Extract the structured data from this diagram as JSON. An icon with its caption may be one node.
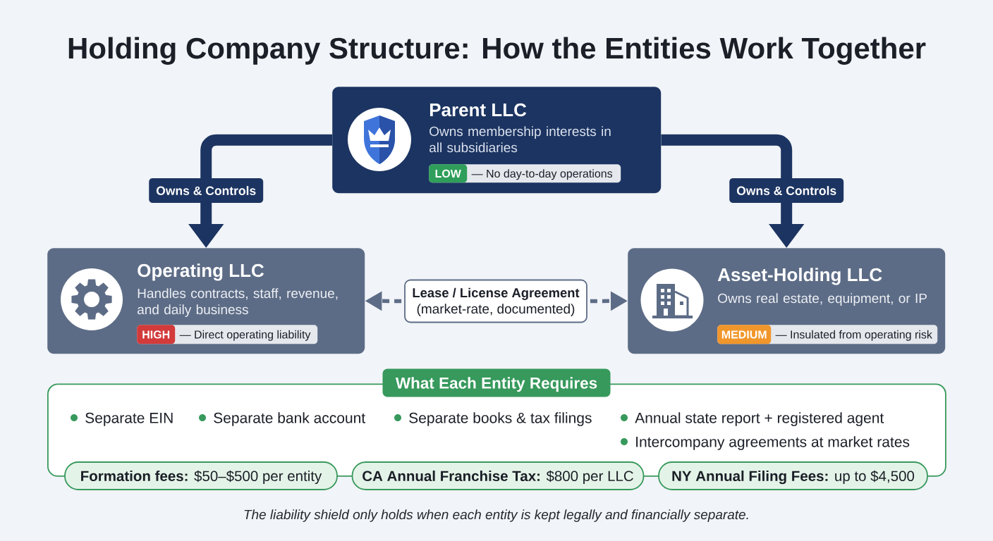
{
  "diagram": {
    "title": "Holding Company Structure: How the Entities Work Together",
    "nodes": [
      {
        "text": [
          "Parent LLC",
          "Owns membership interests in all subsidiaries"
        ]
      },
      {
        "text": [
          "LOW",
          "— No day-to-day operations"
        ],
        "in": 0
      },
      {
        "text": [
          "Operating LLC",
          "Handles contracts, staff, revenue, and daily business"
        ]
      },
      {
        "text": [
          "HIGH",
          "— Direct operating liability"
        ],
        "in": 2
      },
      {
        "text": [
          "Lease / License Agreement",
          "(market-rate, documented)"
        ]
      },
      {
        "text": [
          "Asset-Holding LLC",
          "Owns real estate, equipment, or IP"
        ]
      },
      {
        "text": [
          "MEDIUM",
          "— Insulated from operating risk"
        ],
        "in": 5
      },
      {
        "text": [
          "What Each Entity Requires",
          "Separate EIN",
          "Separate bank account",
          "Separate books & tax filings",
          "Annual state report + registered agent",
          "Intercompany agreements at market rates"
        ]
      },
      {
        "text": [
          "**Formation fees:** $50–$500 per entity"
        ]
      },
      {
        "text": [
          "**CA Annual Franchise Tax:** $800 per LLC"
        ]
      },
      {
        "text": [
          "**NY Annual Filing Fees:** up to $4,500"
        ]
      }
    ],
    "edges": [
      {
        "from": 0,
        "to": 2,
        "arrow": "to",
        "label": "Owns & Controls",
        "style": "thick",
        "color": "#1c3461"
      },
      {
        "from": 0,
        "to": 5,
        "arrow": "to",
        "label": "Owns & Controls",
        "style": "thick",
        "color": "#1c3461"
      },
      {
        "from": 4,
        "to": 2,
        "arrow": "to",
        "style": "dashed",
        "color": "#5d6c86"
      },
      {
        "from": 4,
        "to": 5,
        "arrow": "to",
        "style": "dashed",
        "color": "#5d6c86"
      }
    ],
    "caption": "The liability shield only holds when each entity is kept legally and financially separate."
  }
}
